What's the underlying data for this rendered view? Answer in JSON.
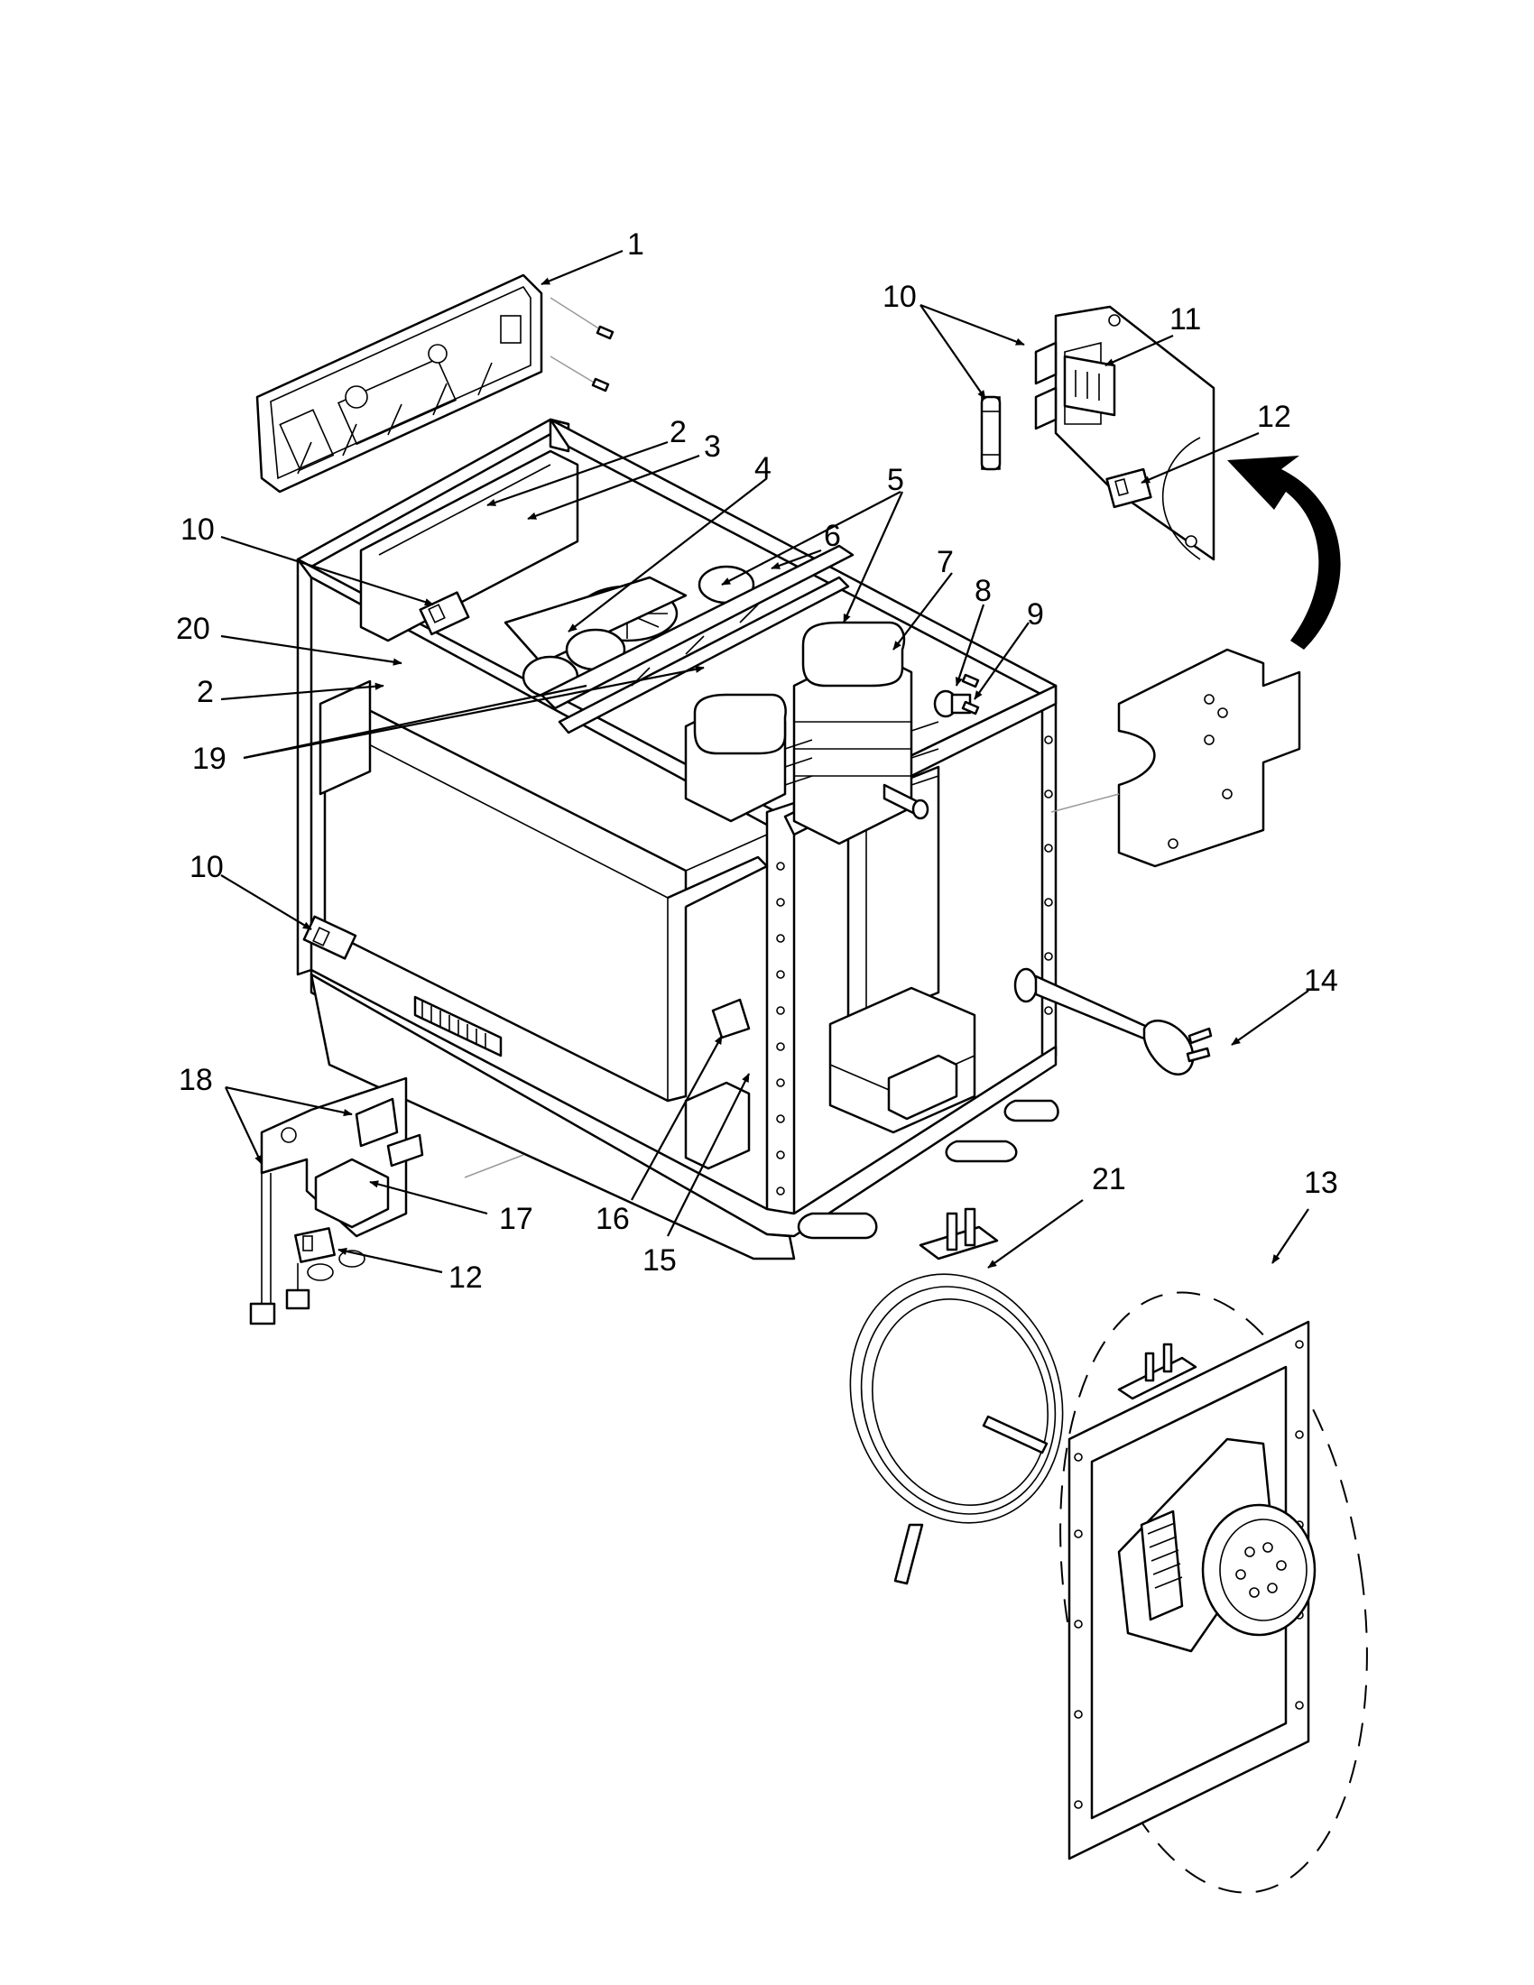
{
  "callouts": {
    "c1": "1",
    "c2a": "2",
    "c2b": "2",
    "c3": "3",
    "c4": "4",
    "c5": "5",
    "c6": "6",
    "c7": "7",
    "c8": "8",
    "c9": "9",
    "c10a": "10",
    "c10b": "10",
    "c10c": "10",
    "c11": "11",
    "c12a": "12",
    "c12b": "12",
    "c13": "13",
    "c14": "14",
    "c15": "15",
    "c16": "16",
    "c17": "17",
    "c18": "18",
    "c19": "19",
    "c20": "20",
    "c21": "21"
  },
  "colors": {
    "line": "#000000",
    "background": "#ffffff",
    "guide": "#9a9a9a"
  }
}
